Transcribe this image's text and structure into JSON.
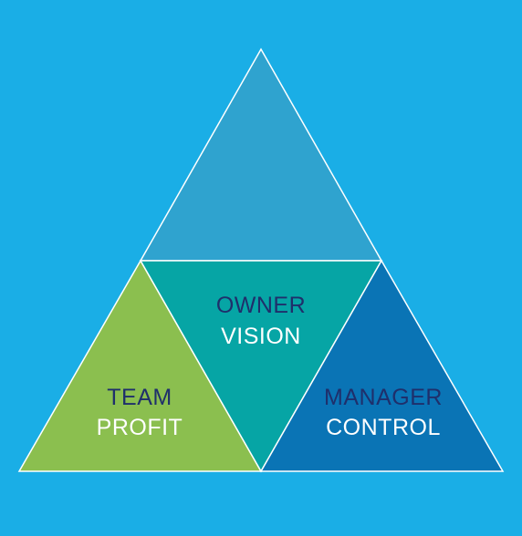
{
  "colors": {
    "background": "#1aaee6",
    "top_triangle": "#2fa3cf",
    "left_triangle": "#8bbf4f",
    "center_triangle": "#06a5a5",
    "right_triangle": "#0a74b5",
    "outline": "#ffffff",
    "dark_text": "#1f2f6b",
    "light_text": "#ffffff"
  },
  "segments": {
    "top": {},
    "center": {
      "line1": "OWNER",
      "line2": "VISION"
    },
    "left": {
      "line1": "TEAM",
      "line2": "PROFIT"
    },
    "right": {
      "line1": "MANAGER",
      "line2": "CONTROL"
    }
  }
}
